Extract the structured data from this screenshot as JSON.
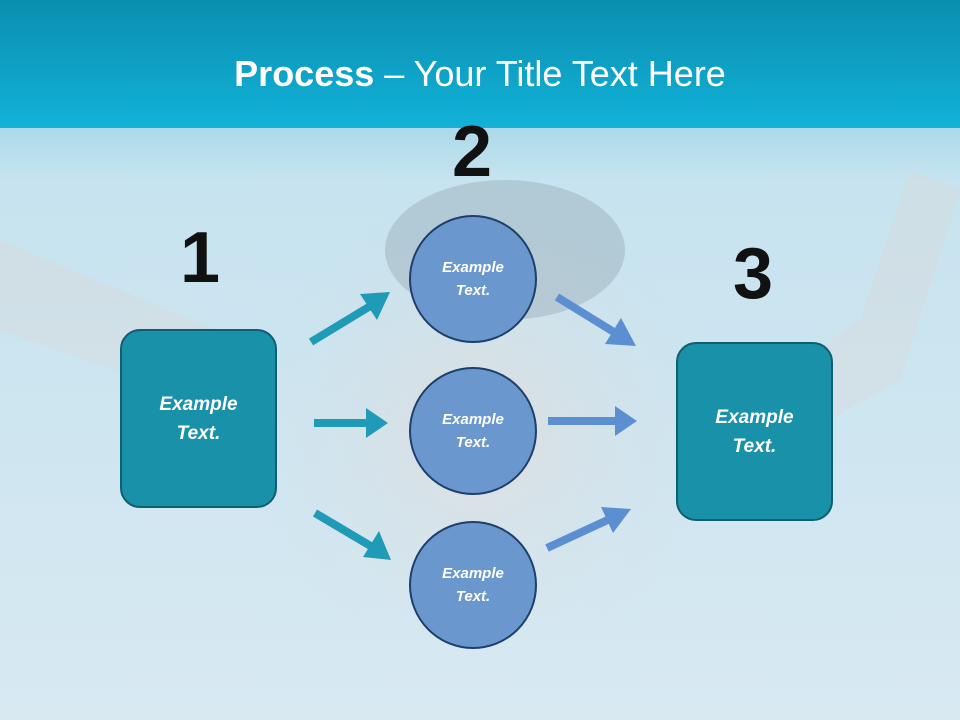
{
  "title": {
    "bold": "Process",
    "rest": " – Your Title Text Here"
  },
  "steps": {
    "one": "1",
    "two": "2",
    "three": "3"
  },
  "left_box": {
    "line1": "Example",
    "line2": "Text."
  },
  "circles": [
    {
      "line1": "Example",
      "line2": "Text."
    },
    {
      "line1": "Example",
      "line2": "Text."
    },
    {
      "line1": "Example",
      "line2": "Text."
    }
  ],
  "right_box": {
    "line1": "Example",
    "line2": "Text."
  },
  "colors": {
    "header": "#0aa8cc",
    "box": "#1891a9",
    "circle": "#6a97cd",
    "arrow_in": "#1f9ab7",
    "arrow_out": "#5b8fd1"
  }
}
